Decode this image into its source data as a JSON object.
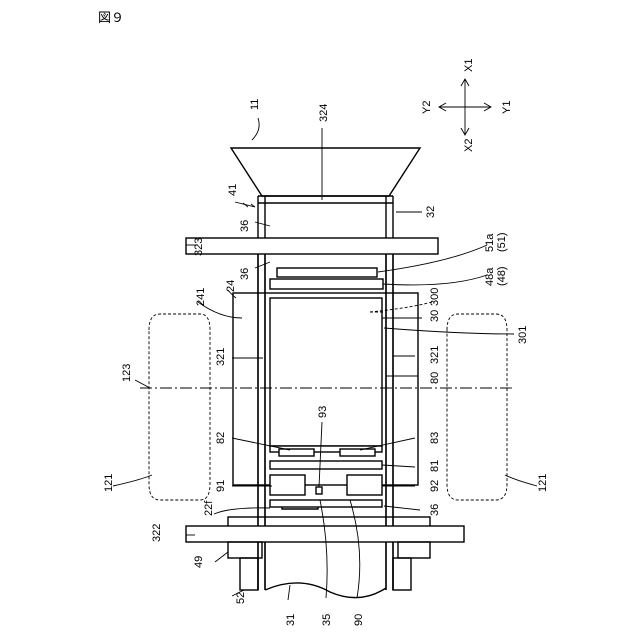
{
  "figure_title": "図９",
  "labels": {
    "l11": "11",
    "l324": "324",
    "l41": "41",
    "l32": "32",
    "l36a": "36",
    "l323": "323",
    "l36b": "36",
    "l51a": "51a",
    "l51": "(51)",
    "l48a": "48a",
    "l48": "(48)",
    "l24": "24",
    "l241": "241",
    "l300": "300",
    "l30": "30",
    "l301": "301",
    "l321a": "321",
    "l321b": "321",
    "l123": "123",
    "l80": "80",
    "l93": "93",
    "l82": "82",
    "l83": "83",
    "l81": "81",
    "l91": "91",
    "l92": "92",
    "l121a": "121",
    "l121b": "121",
    "l22f": "22f",
    "l36c": "36",
    "l322": "322",
    "l49": "49",
    "l52": "52",
    "l31": "31",
    "l35": "35",
    "l90": "90"
  },
  "axes": {
    "x1": "X1",
    "x2": "X2",
    "y1": "Y1",
    "y2": "Y2"
  }
}
